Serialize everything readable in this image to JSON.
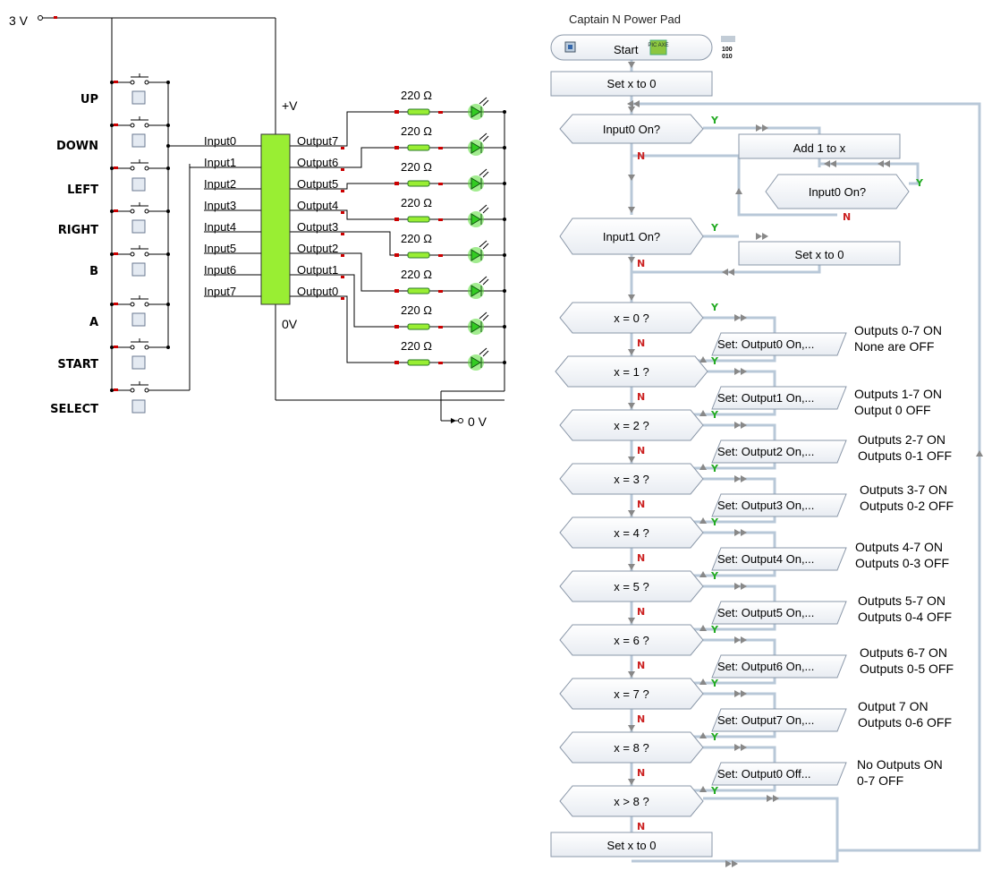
{
  "supply": {
    "vplus": "3 V",
    "vzero": "0 V"
  },
  "chip": {
    "vplus_label": "+V",
    "zero_label": "0V"
  },
  "inputs": [
    "Input0",
    "Input1",
    "Input2",
    "Input3",
    "Input4",
    "Input5",
    "Input6",
    "Input7"
  ],
  "outputs": [
    "Output7",
    "Output6",
    "Output5",
    "Output4",
    "Output3",
    "Output2",
    "Output1",
    "Output0"
  ],
  "resistor_label": "220 Ω",
  "buttons": [
    "UP",
    "DOWN",
    "LEFT",
    "RIGHT",
    "B",
    "A",
    "START",
    "SELECT"
  ],
  "flowchart": {
    "title": "Captain N Power Pad",
    "start": "Start",
    "start_badge": "PIC AXE",
    "start_code_icon": [
      "100",
      "010"
    ],
    "set_x_0_top": "Set  x  to  0",
    "input0_q": "Input0   On?",
    "add": "Add  1  to  x",
    "input0_q2": "Input0   On?",
    "input1_q": "Input1   On?",
    "set_x_0_mid": "Set  x  to  0",
    "set_x_0_bottom": "Set  x  to  0",
    "yes": "Y",
    "no": "N",
    "decisions": [
      "x   = 0   ?",
      "x   = 1   ?",
      "x   = 2   ?",
      "x   = 3   ?",
      "x   = 4   ?",
      "x   = 5   ?",
      "x   = 6   ?",
      "x   = 7   ?",
      "x   = 8   ?",
      "x   > 8   ?"
    ],
    "actions": [
      "Set: Output0 On,...",
      "Set: Output1 On,...",
      "Set: Output2 On,...",
      "Set: Output3 On,...",
      "Set: Output4 On,...",
      "Set: Output5 On,...",
      "Set: Output6 On,...",
      "Set: Output7 On,...",
      "Set: Output0 Off..."
    ],
    "notes": [
      [
        "Outputs 0-7 ON",
        "None are OFF"
      ],
      [
        "Outputs 1-7 ON",
        "Output 0 OFF"
      ],
      [
        "Outputs 2-7 ON",
        "Outputs 0-1 OFF"
      ],
      [
        "Outputs 3-7 ON",
        "Outputs 0-2 OFF"
      ],
      [
        "Outputs 4-7 ON",
        "Outputs 0-3 OFF"
      ],
      [
        "Outputs 5-7 ON",
        "Outputs 0-4 OFF"
      ],
      [
        "Outputs 6-7 ON",
        "Outputs 0-5 OFF"
      ],
      [
        "Output 7 ON",
        "Outputs 0-6 OFF"
      ],
      [
        "No Outputs ON",
        "0-7 OFF"
      ]
    ]
  },
  "colors": {
    "chip": "#99ee33",
    "led": "#55dd33",
    "flowline": "#b8c8d8",
    "yes": "#22aa22",
    "no": "#cc2222"
  }
}
